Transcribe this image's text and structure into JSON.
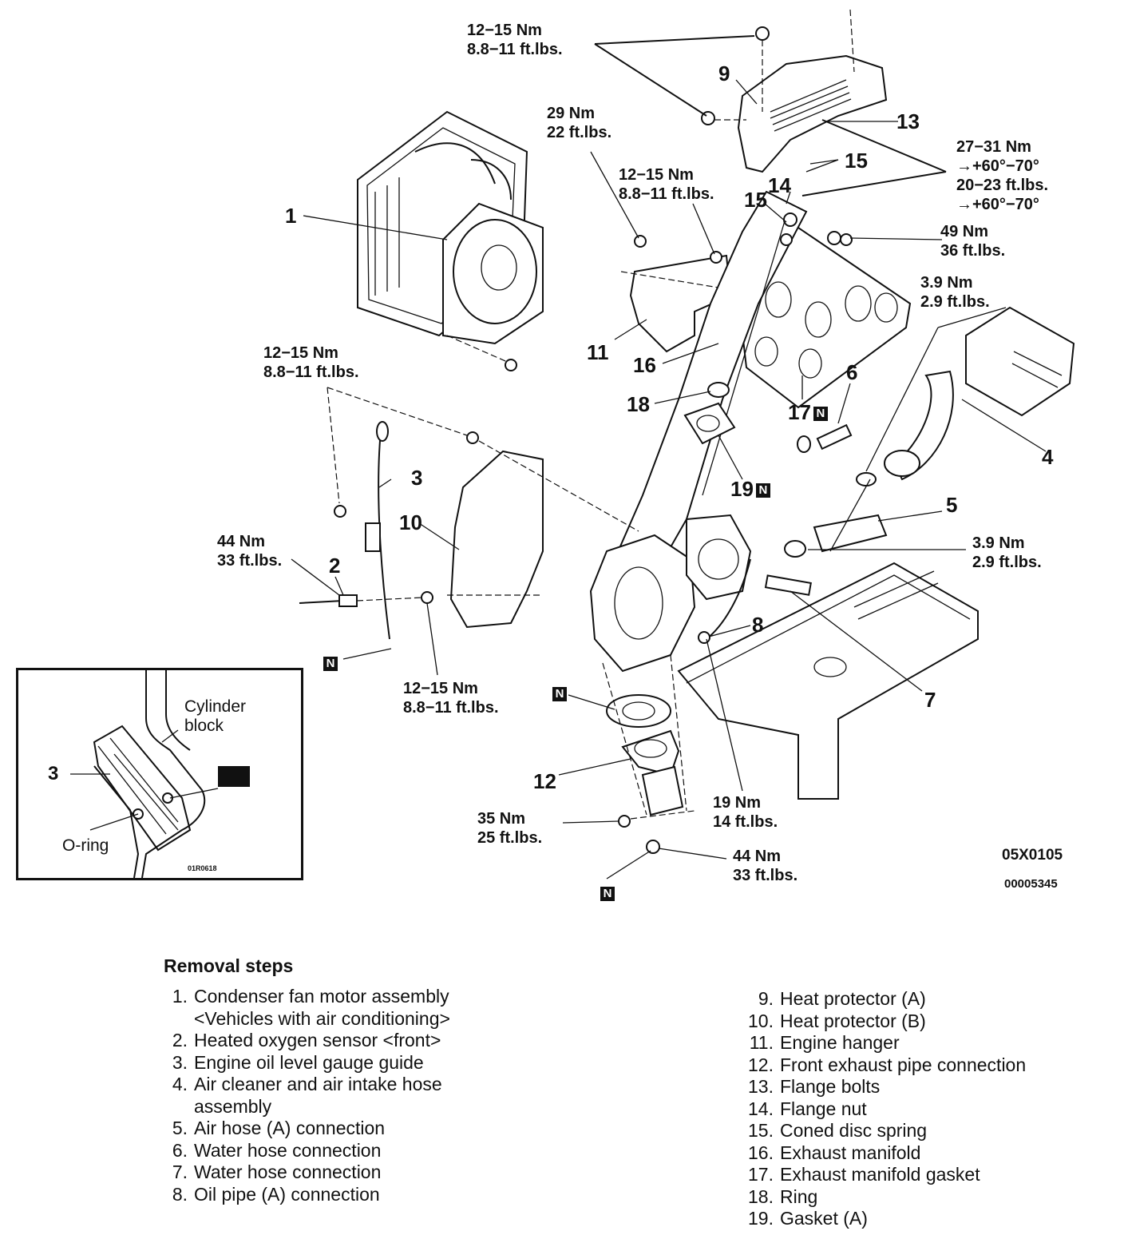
{
  "figure_code_1": "05X0105",
  "figure_code_2": "00005345",
  "inset_code": "01R0618",
  "torque": {
    "t1_nm": "12−15 Nm",
    "t1_ft": "8.8−11 ft.lbs.",
    "t2_nm": "29 Nm",
    "t2_ft": "22 ft.lbs.",
    "t3_nm": "12−15 Nm",
    "t3_ft": "8.8−11 ft.lbs.",
    "t4_a": "27−31 Nm",
    "t4_b": "→+60°−70°",
    "t4_c": "20−23 ft.lbs.",
    "t4_d": "→+60°−70°",
    "t5_nm": "49 Nm",
    "t5_ft": "36 ft.lbs.",
    "t6_nm": "3.9 Nm",
    "t6_ft": "2.9 ft.lbs.",
    "t7_nm": "12−15 Nm",
    "t7_ft": "8.8−11 ft.lbs.",
    "t8_nm": "44 Nm",
    "t8_ft": "33 ft.lbs.",
    "t9_nm": "3.9 Nm",
    "t9_ft": "2.9 ft.lbs.",
    "t10_nm": "12−15 Nm",
    "t10_ft": "8.8−11 ft.lbs.",
    "t11_nm": "35 Nm",
    "t11_ft": "25 ft.lbs.",
    "t12_nm": "19 Nm",
    "t12_ft": "14 ft.lbs.",
    "t13_nm": "44 Nm",
    "t13_ft": "33 ft.lbs."
  },
  "callouts": {
    "c1": "1",
    "c2": "2",
    "c3": "3",
    "c4": "4",
    "c5": "5",
    "c6": "6",
    "c7": "7",
    "c8": "8",
    "c9": "9",
    "c10": "10",
    "c11": "11",
    "c12": "12",
    "c13": "13",
    "c14": "14",
    "c15a": "15",
    "c15b": "15",
    "c16": "16",
    "c17": "17",
    "c18": "18",
    "c19": "19",
    "n": "N"
  },
  "inset": {
    "part_num": "3",
    "cylinder_block": "Cylinder\nblock",
    "o_ring": "O-ring"
  },
  "removal": {
    "title": "Removal steps",
    "steps_left": [
      {
        "n": "1.",
        "text": "Condenser fan motor assembly"
      },
      {
        "n": "",
        "text": "<Vehicles with air conditioning>"
      },
      {
        "n": "2.",
        "text": "Heated oxygen sensor <front>"
      },
      {
        "n": "3.",
        "text": "Engine oil level gauge guide"
      },
      {
        "n": "4.",
        "text": "Air cleaner and air intake hose"
      },
      {
        "n": "",
        "text": "assembly"
      },
      {
        "n": "5.",
        "text": "Air hose (A) connection"
      },
      {
        "n": "6.",
        "text": "Water hose connection"
      },
      {
        "n": "7.",
        "text": "Water hose connection"
      },
      {
        "n": "8.",
        "text": "Oil pipe (A) connection"
      }
    ],
    "steps_right": [
      {
        "n": "9.",
        "text": "Heat protector (A)"
      },
      {
        "n": "10.",
        "text": "Heat protector (B)"
      },
      {
        "n": "11.",
        "text": "Engine hanger"
      },
      {
        "n": "12.",
        "text": "Front exhaust pipe connection"
      },
      {
        "n": "13.",
        "text": "Flange bolts"
      },
      {
        "n": "14.",
        "text": "Flange nut"
      },
      {
        "n": "15.",
        "text": "Coned disc spring"
      },
      {
        "n": "16.",
        "text": "Exhaust manifold"
      },
      {
        "n": "17.",
        "text": "Exhaust manifold gasket"
      },
      {
        "n": "18.",
        "text": "Ring"
      },
      {
        "n": "19.",
        "text": "Gasket (A)"
      }
    ]
  }
}
